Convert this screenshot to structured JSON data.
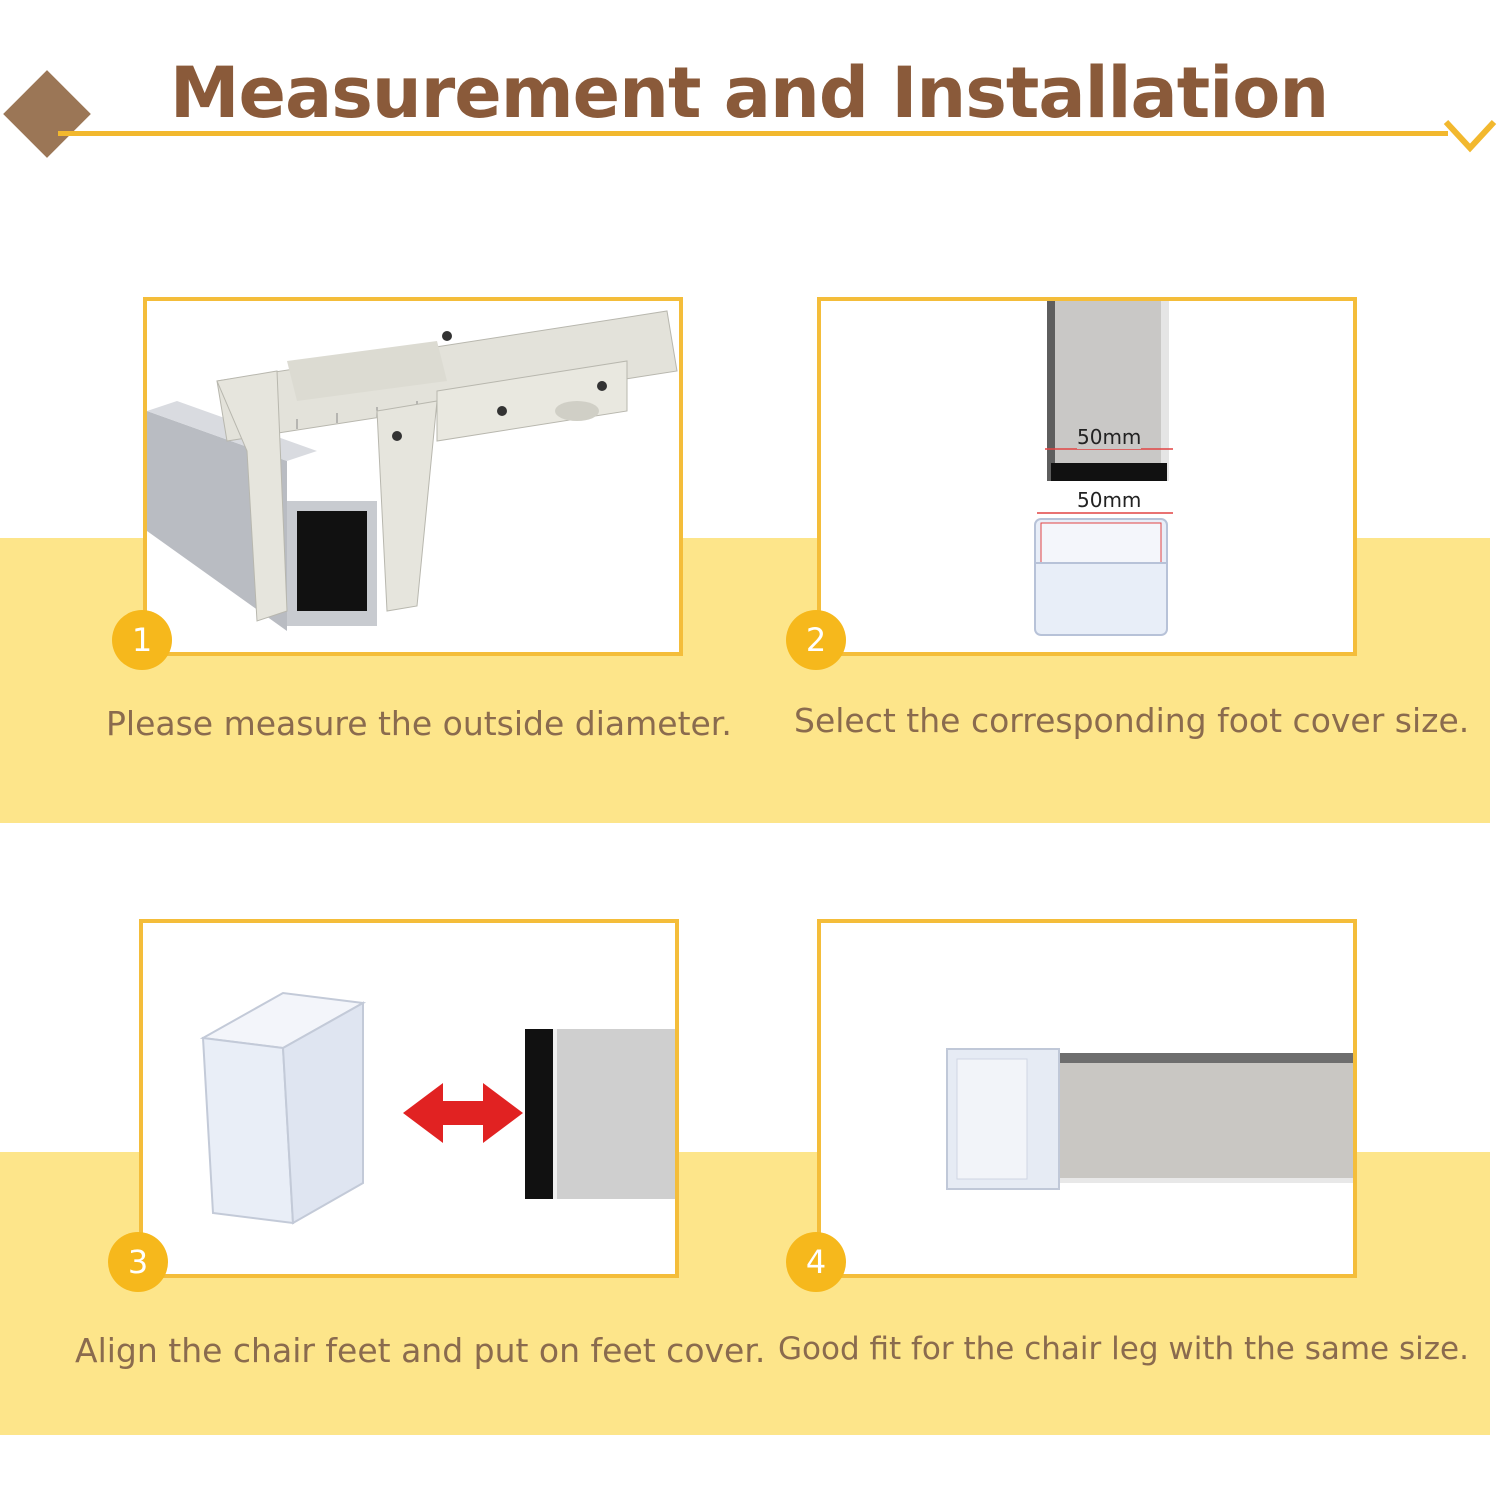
{
  "header": {
    "title": "Measurement and Installation"
  },
  "steps": [
    {
      "number": "1",
      "caption": "Please measure the outside diameter."
    },
    {
      "number": "2",
      "caption": "Select the corresponding foot cover size.",
      "labels": [
        "50mm",
        "50mm"
      ]
    },
    {
      "number": "3",
      "caption": "Align the chair feet and put on feet cover."
    },
    {
      "number": "4",
      "caption": "Good fit for the chair leg with the same size."
    }
  ],
  "colors": {
    "title": "#8a5a3a",
    "accent": "#f2b82e",
    "band": "#fde58a",
    "badge": "#f6b81c",
    "caption": "#8a6b4e"
  }
}
